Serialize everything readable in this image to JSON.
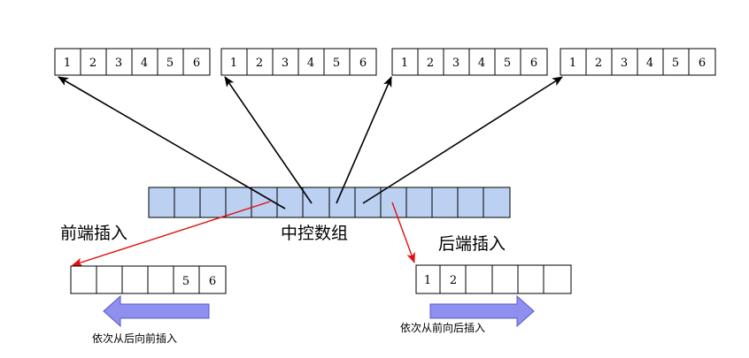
{
  "blocks": [
    {
      "cells": [
        "1",
        "2",
        "3",
        "4",
        "5",
        "6"
      ]
    },
    {
      "cells": [
        "1",
        "2",
        "3",
        "4",
        "5",
        "6"
      ]
    },
    {
      "cells": [
        "1",
        "2",
        "3",
        "4",
        "5",
        "6"
      ]
    },
    {
      "cells": [
        "1",
        "2",
        "3",
        "4",
        "5",
        "6"
      ]
    }
  ],
  "central_array": {
    "label": "中控数组",
    "cell_count": 14
  },
  "front_insert": {
    "label": "前端插入",
    "cells": [
      "",
      "",
      "",
      "",
      "5",
      "6"
    ],
    "direction_note": "依次从后向前插入"
  },
  "back_insert": {
    "label": "后端插入",
    "cells": [
      "1",
      "2",
      "",
      "",
      "",
      "",
      ""
    ],
    "direction_note": "依次从前向后插入"
  },
  "colors": {
    "central_fill": "#bcd0f2",
    "black_arrow": "#000000",
    "red_arrow": "#e01010",
    "direction_arrow": "#8f8fef"
  }
}
